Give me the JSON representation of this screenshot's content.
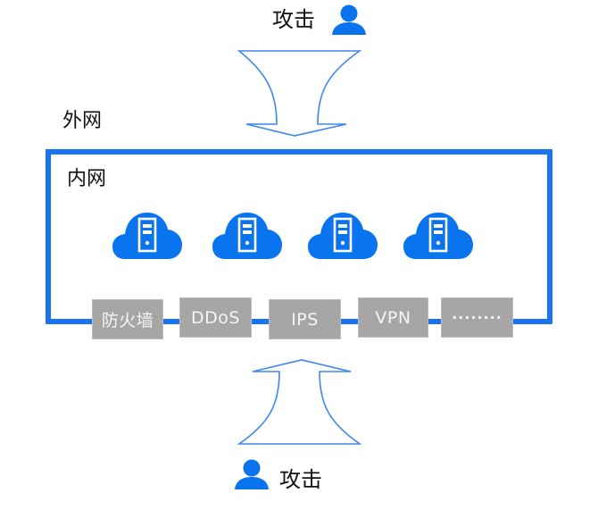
{
  "top_attacker": {
    "label": "攻击",
    "icon": "user-icon"
  },
  "bottom_attacker": {
    "label": "攻击",
    "icon": "user-icon"
  },
  "outer_network": {
    "label": "外网"
  },
  "inner_network": {
    "label": "内网",
    "servers": [
      {
        "icon": "cloud-server-icon"
      },
      {
        "icon": "cloud-server-icon"
      },
      {
        "icon": "cloud-server-icon"
      },
      {
        "icon": "cloud-server-icon"
      }
    ]
  },
  "defenses": [
    {
      "label": "防火墙"
    },
    {
      "label": "DDoS"
    },
    {
      "label": "IPS"
    },
    {
      "label": "VPN"
    },
    {
      "label": "········"
    }
  ],
  "colors": {
    "frame": "#1a73f0",
    "icon": "#0a74ef",
    "arrow": "#3d86f0",
    "box": "#a6a6a6"
  }
}
